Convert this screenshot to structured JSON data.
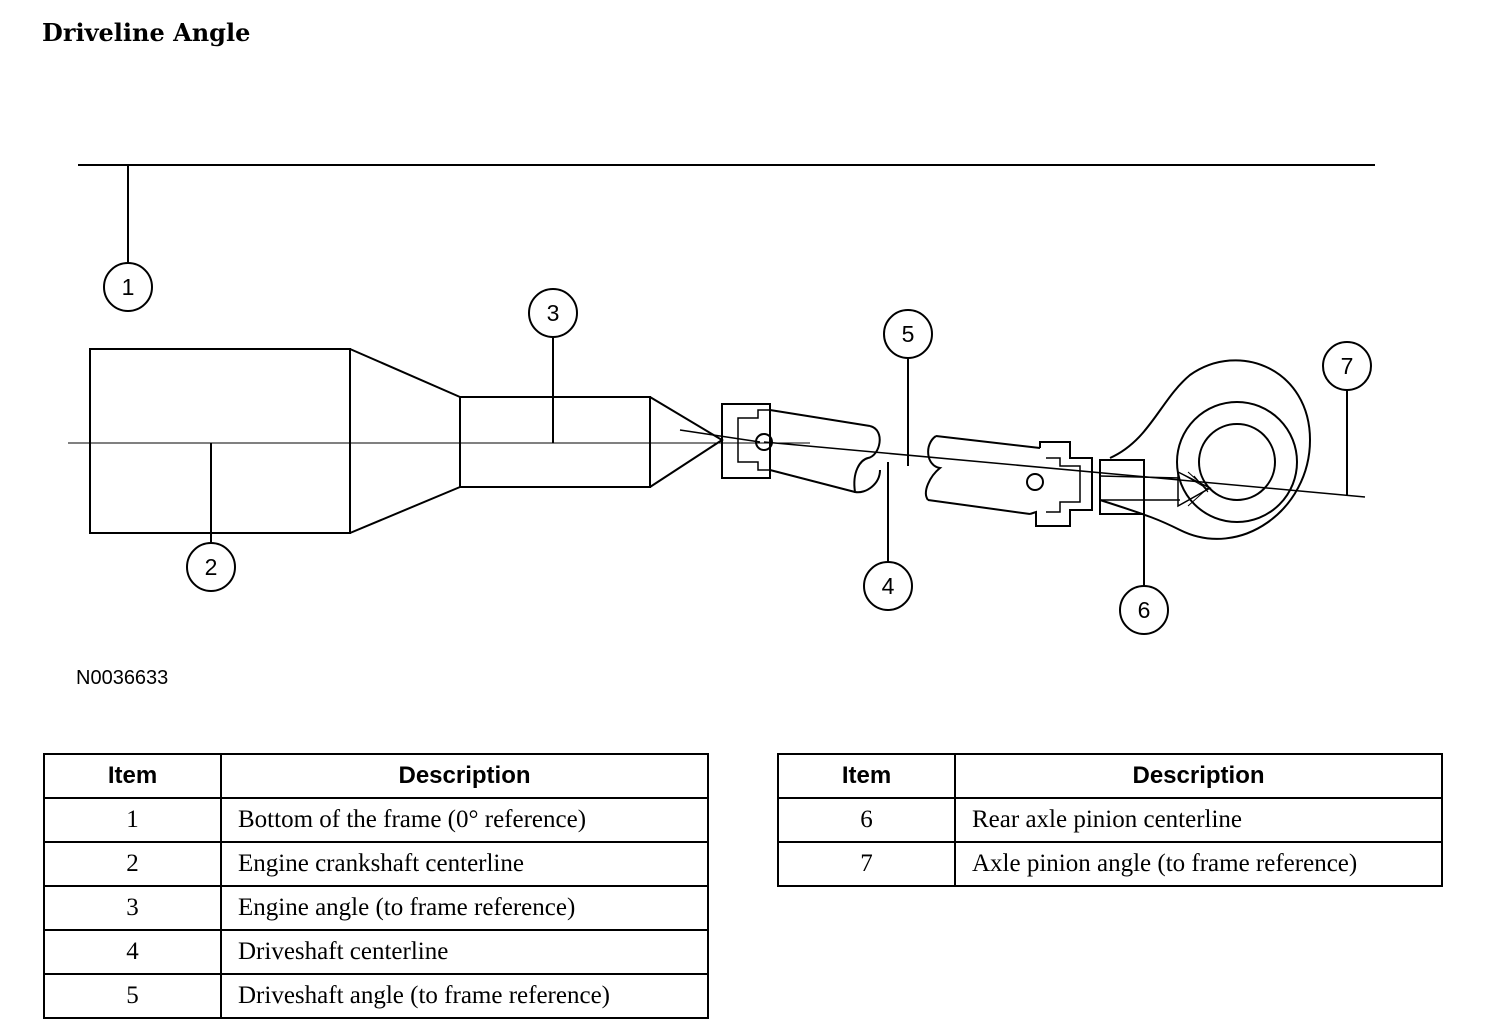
{
  "title": "Driveline Angle",
  "reference_code": "N0036633",
  "callouts": [
    "1",
    "2",
    "3",
    "4",
    "5",
    "6",
    "7"
  ],
  "tables": [
    {
      "headers": {
        "item": "Item",
        "description": "Description"
      },
      "rows": [
        {
          "item": "1",
          "description": "Bottom of the frame (0° reference)"
        },
        {
          "item": "2",
          "description": "Engine crankshaft centerline"
        },
        {
          "item": "3",
          "description": "Engine angle (to frame reference)"
        },
        {
          "item": "4",
          "description": "Driveshaft centerline"
        },
        {
          "item": "5",
          "description": "Driveshaft angle (to frame reference)"
        }
      ]
    },
    {
      "headers": {
        "item": "Item",
        "description": "Description"
      },
      "rows": [
        {
          "item": "6",
          "description": "Rear axle pinion centerline"
        },
        {
          "item": "7",
          "description": "Axle pinion angle (to frame reference)"
        }
      ]
    }
  ]
}
